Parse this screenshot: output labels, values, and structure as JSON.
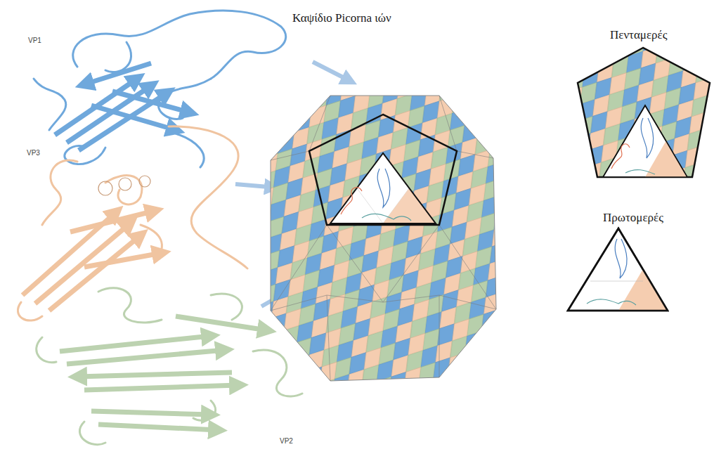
{
  "diagram": {
    "labels": [
      "VP1",
      "Καψίδιο Picorna ιών",
      "Πενταμερές",
      "VP3",
      "Πρωτομερές",
      "VP2"
    ]
  }
}
